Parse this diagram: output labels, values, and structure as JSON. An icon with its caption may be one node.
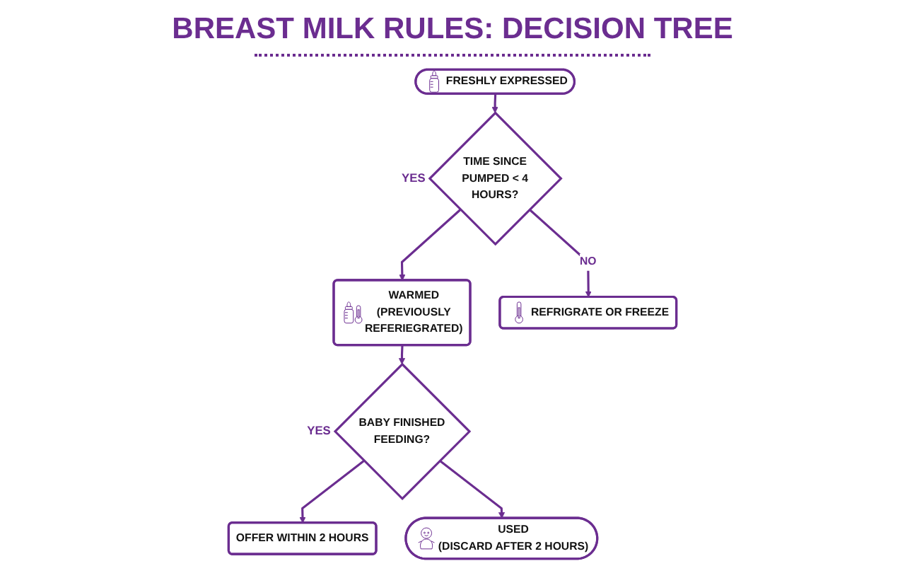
{
  "diagram": {
    "title": "BREAST MILK RULES: DECISION TREE",
    "nodes": [
      {
        "text": [
          "FRESHLY EXPRESSED"
        ]
      },
      {
        "text": [
          "TIME SINCE PUMPED < 4 HOURS?"
        ],
        "beside": [
          "YES"
        ]
      },
      {
        "text": [
          "REFRIGRATE OR FREEZE"
        ]
      },
      {
        "text": [
          "WARMED",
          "(PREVIOUSLY REFERIEGRATED)"
        ]
      },
      {
        "text": [
          "BABY FINISHED FEEDING?"
        ],
        "beside": [
          "YES"
        ]
      },
      {
        "text": [
          "OFFER WITHIN 2 HOURS"
        ]
      },
      {
        "text": [
          "USED",
          "(DISCARD AFTER 2 HOURS)"
        ]
      }
    ],
    "edges": [
      {
        "from": 0,
        "to": 1,
        "arrow": "to"
      },
      {
        "from": 1,
        "to": 2,
        "arrow": "to",
        "label": "NO"
      },
      {
        "from": 1,
        "to": 3,
        "arrow": "to"
      },
      {
        "from": 3,
        "to": 4,
        "arrow": "to"
      },
      {
        "from": 4,
        "to": 5,
        "arrow": "to"
      },
      {
        "from": 4,
        "to": 6,
        "arrow": "to"
      }
    ]
  }
}
